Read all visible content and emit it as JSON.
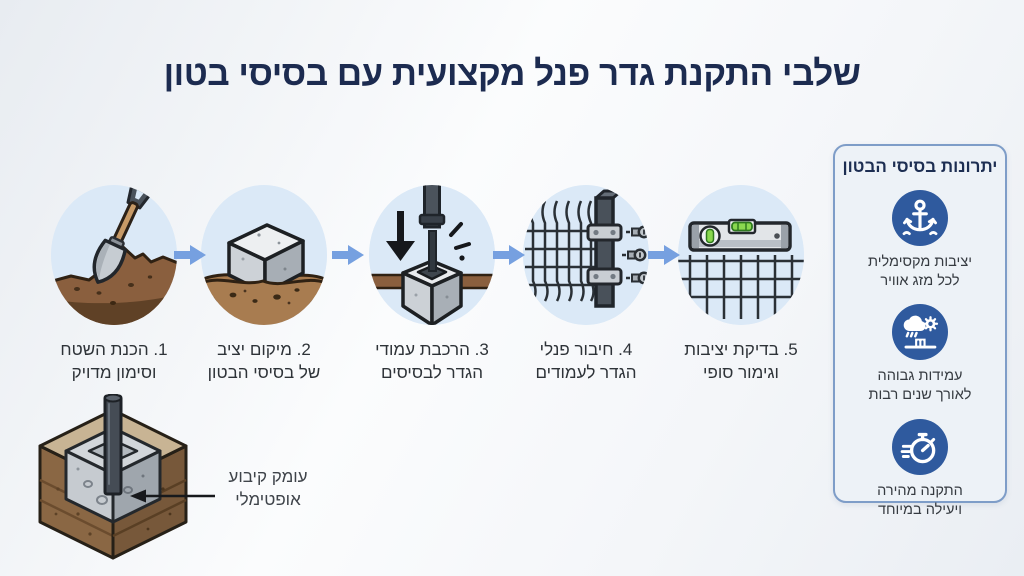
{
  "title": "שלבי התקנת גדר פנל מקצועית עם בסיסי בטון",
  "steps": [
    {
      "icon": "shovel-site-prep",
      "line1": "1. הכנת השטח",
      "line2": "וסימון מדויק"
    },
    {
      "icon": "concrete-base",
      "line1": "2. מיקום יציב",
      "line2": "של בסיסי הבטון"
    },
    {
      "icon": "post-into-base",
      "line1": "3. הרכבת עמודי",
      "line2": "הגדר לבסיסים"
    },
    {
      "icon": "panel-to-post",
      "line1": "4. חיבור פנלי",
      "line2": "הגדר לעמודים"
    },
    {
      "icon": "spirit-level-check",
      "line1": "5. בדיקת יציבות",
      "line2": "וגימור סופי"
    }
  ],
  "benefits_panel": {
    "title": "יתרונות בסיסי הבטון",
    "items": [
      {
        "icon": "anchor-icon",
        "line1": "יציבות מקסימלית",
        "line2": "לכל מזג אוויר"
      },
      {
        "icon": "weather-icon",
        "line1": "עמידות גבוהה",
        "line2": "לאורך שנים רבות"
      },
      {
        "icon": "stopwatch-icon",
        "line1": "התקנה מהירה",
        "line2": "ויעילה במיוחד"
      }
    ]
  },
  "depth_callout": {
    "line1": "עומק קיבוע",
    "line2": "אופטימלי"
  },
  "colors": {
    "title": "#1c2b50",
    "flow_arrow": "#76a0e0",
    "step_circle_bg": "#dbe9f7",
    "panel_bg": "#edf2f7",
    "panel_border": "#7e9dc8",
    "benefit_icon_circle": "#2f5a9e",
    "caption_text": "#2e3338"
  }
}
